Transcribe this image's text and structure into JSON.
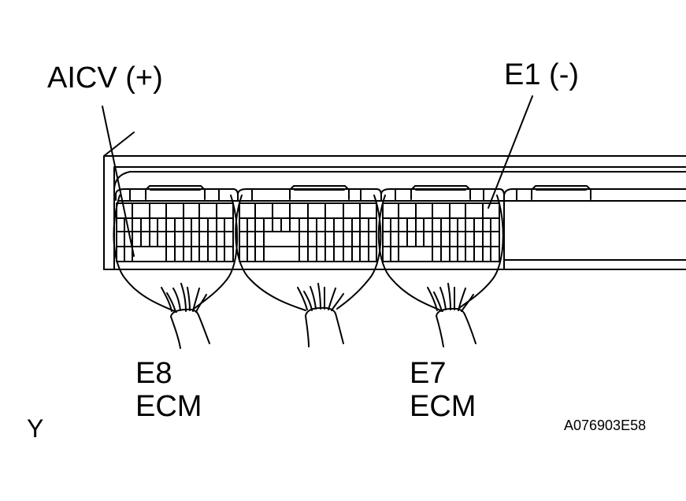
{
  "labels": {
    "aicv": "AICV (+)",
    "e1": "E1 (-)",
    "left_connector_id": "E8",
    "left_connector_name": "ECM",
    "right_connector_id": "E7",
    "right_connector_name": "ECM",
    "corner_letter": "Y",
    "figure_code": "A076903E58"
  }
}
